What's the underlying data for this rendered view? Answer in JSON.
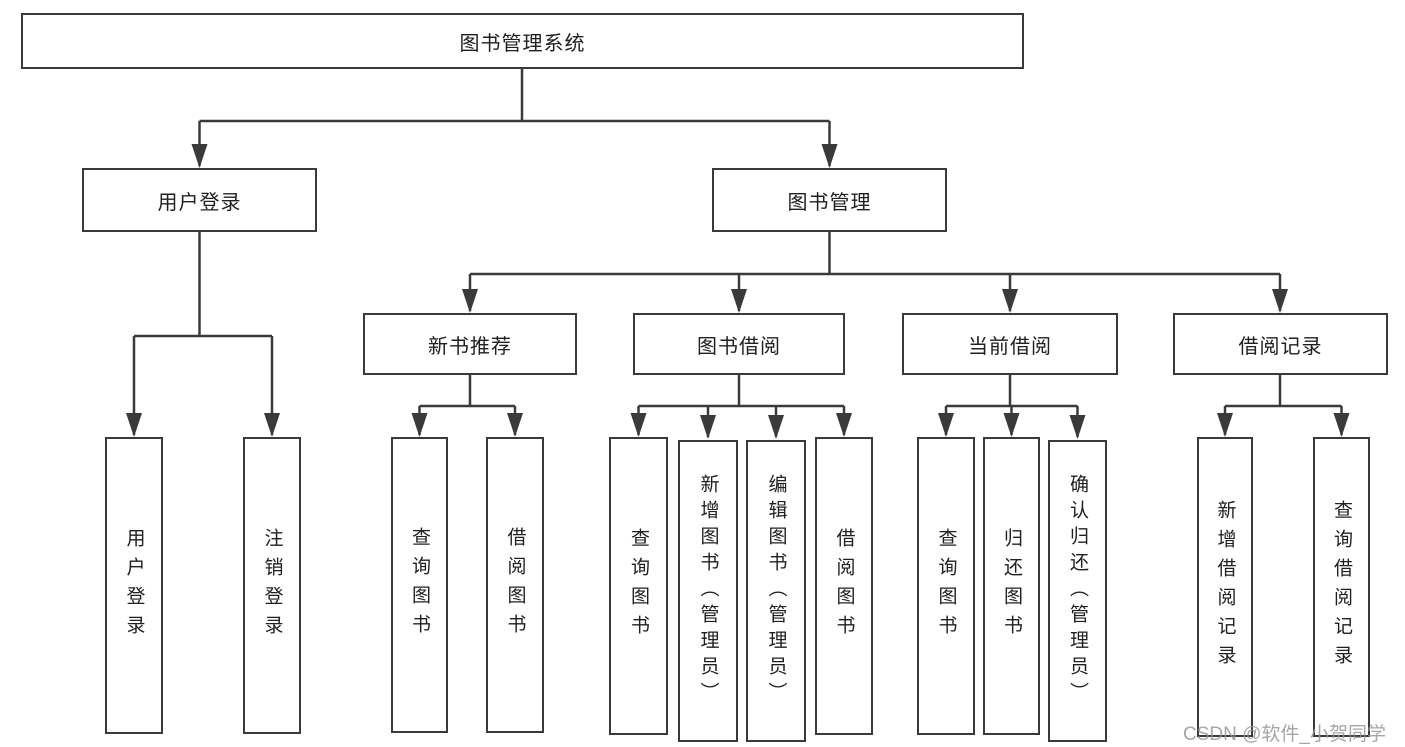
{
  "diagram": {
    "root": {
      "label": "图书管理系统"
    },
    "level2": [
      {
        "label": "用户登录"
      },
      {
        "label": "图书管理"
      }
    ],
    "level3": [
      {
        "label": "新书推荐"
      },
      {
        "label": "图书借阅"
      },
      {
        "label": "当前借阅"
      },
      {
        "label": "借阅记录"
      }
    ],
    "leaves": {
      "user_login": [
        "用户登录",
        "注销登录"
      ],
      "new_book": [
        "查询图书",
        "借阅图书"
      ],
      "book_borrow": [
        "查询图书",
        "新增图书（管理员）",
        "编辑图书（管理员）",
        "借阅图书"
      ],
      "current_borrow": [
        "查询图书",
        "归还图书",
        "确认归还（管理员）"
      ],
      "borrow_record": [
        "新增借阅记录",
        "查询借阅记录"
      ]
    },
    "watermark": "CSDN @软件_小贺同学",
    "colors": {
      "line": "#3a3a3a",
      "text": "#202020",
      "background": "#ffffff",
      "watermark": "#969696"
    }
  }
}
